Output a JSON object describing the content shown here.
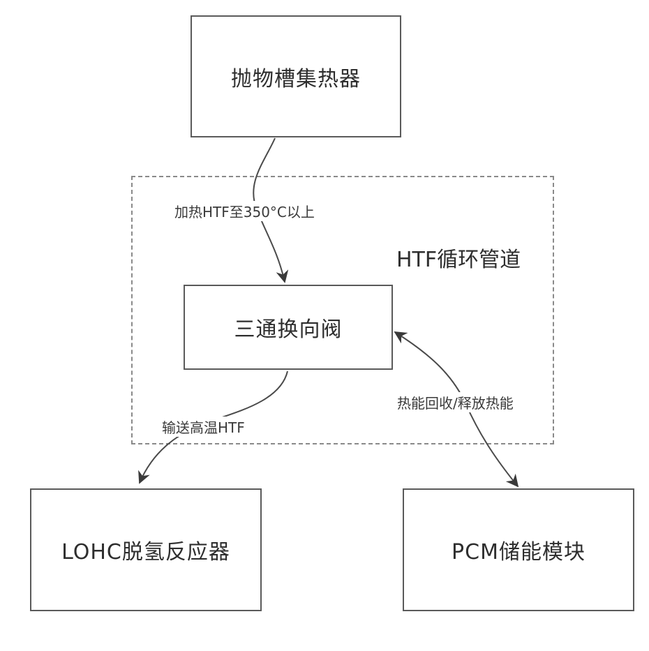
{
  "diagram": {
    "nodes": {
      "collector": "抛物槽集热器",
      "valve": "三通换向阀",
      "reactor": "LOHC脱氢反应器",
      "pcm": "PCM储能模块"
    },
    "region": {
      "label": "HTF循环管道"
    },
    "edges": {
      "collector_to_valve": "加热HTF至350°C以上",
      "valve_to_reactor": "输送高温HTF",
      "valve_pcm": "热能回收/释放热能"
    }
  }
}
